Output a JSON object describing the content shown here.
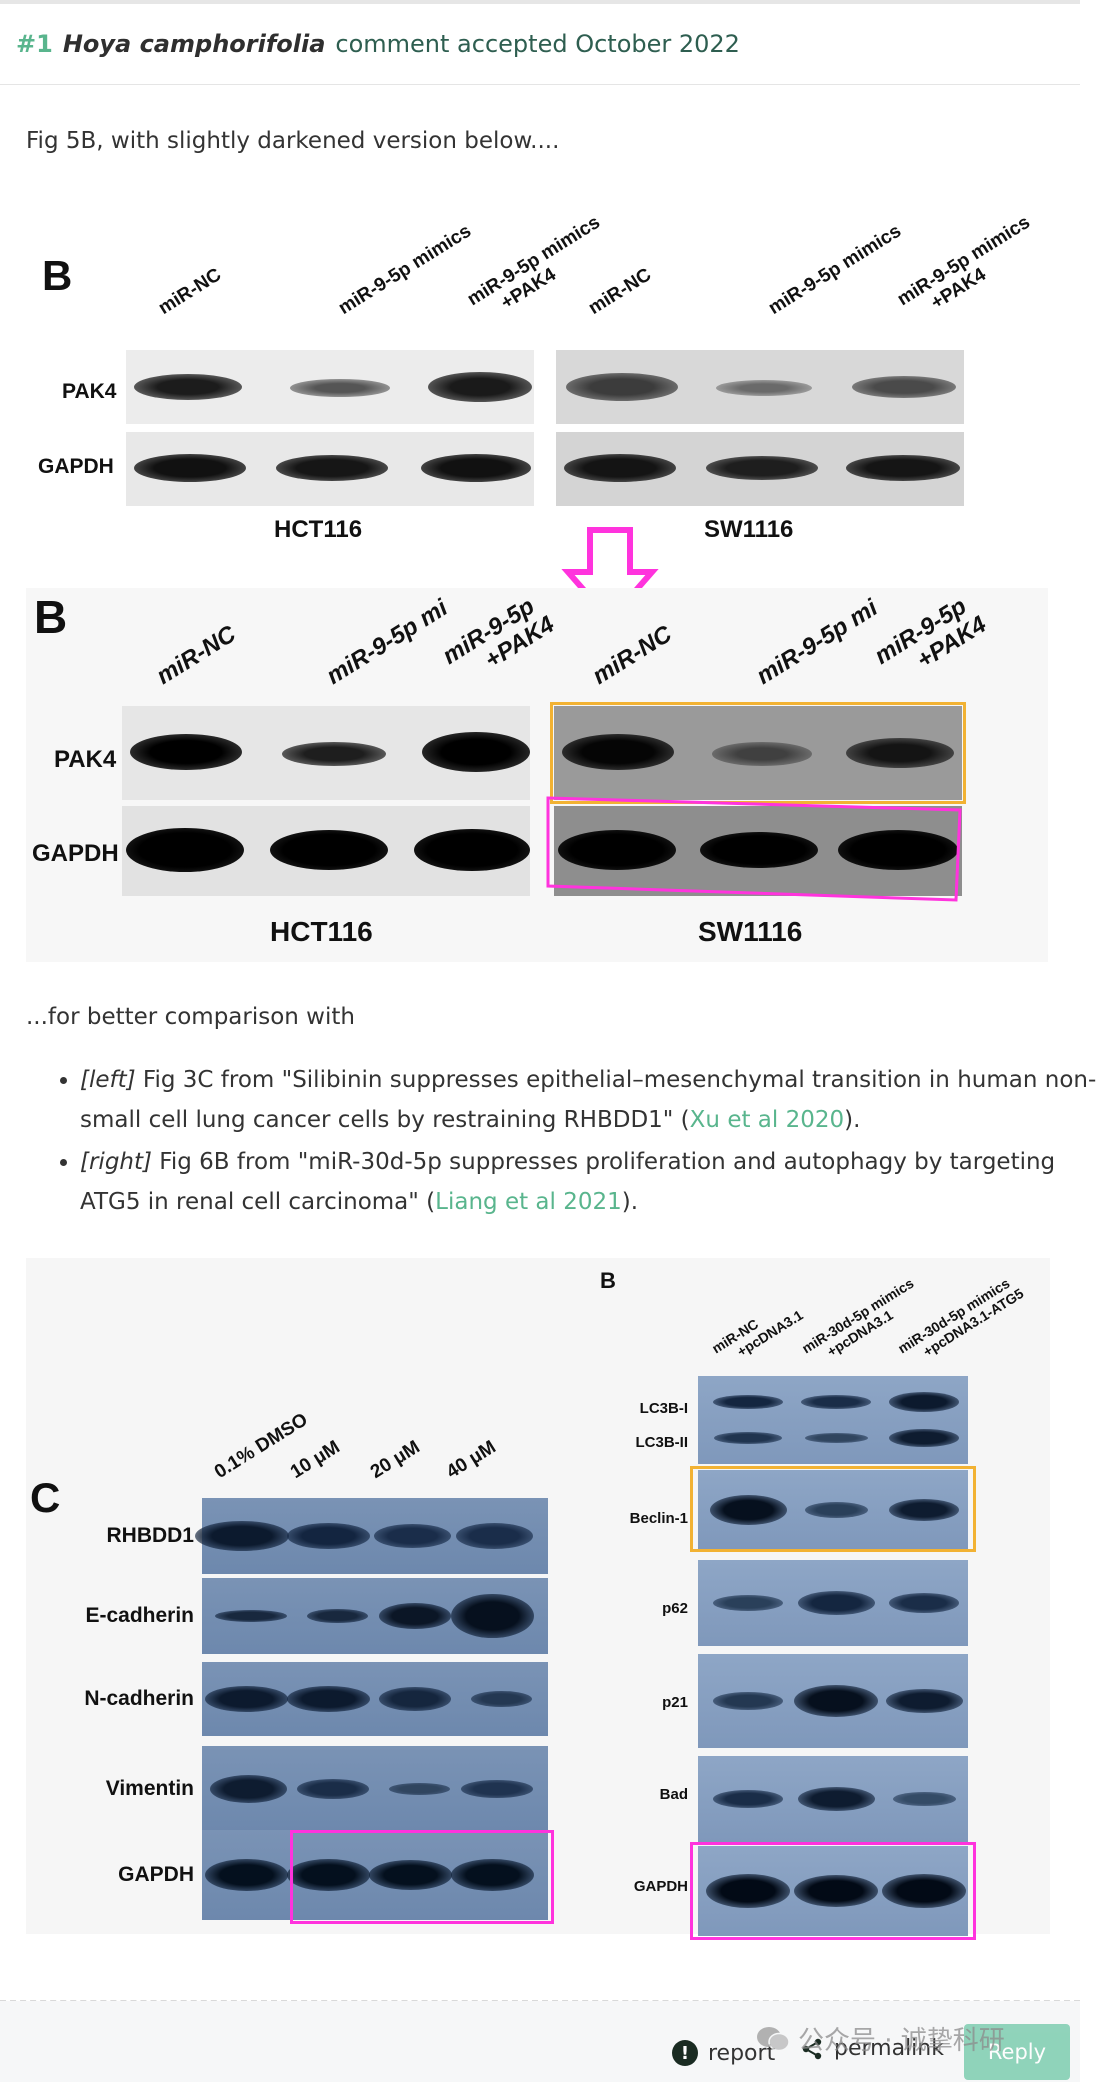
{
  "comment": {
    "number": "#1",
    "species": "Hoya camphorifolia",
    "status": "comment accepted October 2022"
  },
  "intro_text": "Fig 5B, with slightly darkened version below....",
  "fig_top": {
    "panel_letter": "B",
    "lane_labels": [
      "miR-NC",
      "miR-9-5p mimics",
      "miR-9-5p mimics\n+PAK4",
      "miR-NC",
      "miR-9-5p mimics",
      "miR-9-5p mimics\n+PAK4"
    ],
    "row_labels": [
      "PAK4",
      "GAPDH"
    ],
    "cell_lines": [
      "HCT116",
      "SW1116"
    ]
  },
  "fig_dark": {
    "panel_letter": "B",
    "lane_labels": [
      "miR-NC",
      "miR-9-5p mi",
      "miR-9-5p",
      "miR-NC",
      "miR-9-5p mi",
      "miR-9-5p"
    ],
    "lane_sub": "+PAK4",
    "row_labels": [
      "PAK4",
      "GAPDH"
    ],
    "cell_lines": [
      "HCT116",
      "SW1116"
    ]
  },
  "comparison_text": "...for better comparison with",
  "refs": [
    {
      "tag": "[left]",
      "text": " Fig 3C from \"Silibinin suppresses epithelial–mesenchymal transition in human non-small cell lung cancer cells by restraining RHBDD1\" (",
      "link": "Xu et al 2020",
      "end": ")."
    },
    {
      "tag": "[right]",
      "text": " Fig 6B from \"miR-30d-5p suppresses proliferation and autophagy by targeting ATG5 in renal cell carcinoma\" (",
      "link": "Liang et al 2021",
      "end": ")."
    }
  ],
  "fig_left": {
    "panel_letter": "C",
    "lane_labels": [
      "0.1% DMSO",
      "10 μM",
      "20 μM",
      "40 μM"
    ],
    "row_labels": [
      "RHBDD1",
      "E-cadherin",
      "N-cadherin",
      "Vimentin",
      "GAPDH"
    ]
  },
  "fig_right": {
    "panel_letter": "B",
    "lane_labels": [
      "miR-NC\n+pcDNA3.1",
      "miR-30d-5p mimics\n+pcDNA3.1",
      "miR-30d-5p mimics\n+pcDNA3.1-ATG5"
    ],
    "row_labels": [
      "LC3B-I",
      "LC3B-II",
      "Beclin-1",
      "p62",
      "p21",
      "Bad",
      "GAPDH"
    ]
  },
  "footer": {
    "report": "report",
    "permalink": "permalink",
    "reply": "Reply",
    "watermark": "公众号 · 诚挚科研"
  },
  "colors": {
    "accent": "#59b58d",
    "pink": "#ff33dd",
    "orange": "#f2b233",
    "arrow": "#ff33dd"
  },
  "icons": [
    "exclamation-icon",
    "share-icon",
    "wechat-icon"
  ]
}
